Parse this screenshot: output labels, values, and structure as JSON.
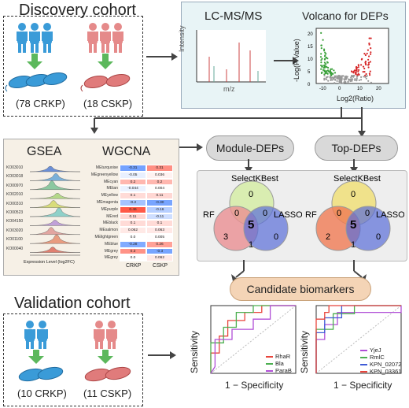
{
  "discovery": {
    "title": "Discovery cohort",
    "left_label": "(78 CRKP)",
    "right_label": "(18 CSKP)"
  },
  "proteomics": {
    "lcms_title": "LC-MS/MS",
    "intensity_label": "Intensity",
    "mz_label": "m/z",
    "volcano_title": "Volcano for DEPs",
    "volcano_ylabel": "-Log(P Value)",
    "volcano_xlabel": "Log2(Ratio)",
    "volcano_yticks": [
      "0",
      "5",
      "10",
      "15",
      "20"
    ],
    "volcano_xticks": [
      "-10",
      "0",
      "10",
      "20"
    ]
  },
  "gsea": {
    "title": "GSEA",
    "terms": [
      "KO03010",
      "KO03018",
      "KO00970",
      "KO02010",
      "KO00310",
      "KO00523",
      "KO04150",
      "KO03020",
      "KO01100",
      "KO00040"
    ],
    "xlabel": "Expression Level (log2FC)"
  },
  "wgcna": {
    "title": "WGCNA",
    "modules": [
      "MEturquoise",
      "MEgreenyellow",
      "MEcyan",
      "MEtan",
      "MEyellow",
      "MEmagenta",
      "MEpurple",
      "MEred",
      "MEblack",
      "MEsalmon",
      "MElightgreen",
      "MEblue",
      "MEgrey",
      "MEgrey"
    ],
    "crkp_values": [
      "-0.31",
      "-0.05",
      "0.2",
      "-0.044",
      "0.1",
      "-0.2",
      "0.46",
      "0.11",
      "0.1",
      "0.062",
      "0.0",
      "-0.28",
      "0.3",
      "0.0"
    ],
    "cskp_values": [
      "0.31",
      "0.036",
      "0.2",
      "0.004",
      "0.11",
      "-0.30",
      "-0.16",
      "-0.11",
      "0.1",
      "0.063",
      "0.005",
      "0.26",
      "-0.3",
      "0.062"
    ],
    "col_labels": [
      "CRKP",
      "CSKP"
    ]
  },
  "module_deps": {
    "label": "Module-DEPs",
    "selectkbest": "SelectKBest",
    "rf": "RF",
    "lasso": "LASSO",
    "n_top": "0",
    "n_rf_only": "3",
    "n_lasso_only": "0",
    "n_rf_sk": "0",
    "n_sk_lasso": "0",
    "n_center": "5",
    "n_rf_lasso": "1"
  },
  "top_deps": {
    "label": "Top-DEPs",
    "selectkbest": "SelectKBest",
    "rf": "RF",
    "lasso": "LASSO",
    "n_top": "0",
    "n_rf_only": "2",
    "n_lasso_only": "0",
    "n_rf_sk": "0",
    "n_sk_lasso": "0",
    "n_center": "5",
    "n_rf_lasso": "1"
  },
  "candidate": {
    "label": "Candidate biomarkers"
  },
  "validation": {
    "title": "Validation cohort",
    "left_label": "(10 CRKP)",
    "right_label": "(11 CSKP)"
  },
  "roc_left": {
    "ylabel": "Sensitivity",
    "xlabel": "1 − Specificity",
    "legend": [
      "RhaR",
      "Bla",
      "ParaB"
    ],
    "colors": [
      "#e8453c",
      "#4caf50",
      "#b04fd6"
    ]
  },
  "roc_right": {
    "ylabel": "Sensitivity",
    "xlabel": "1 − Specificity",
    "legend": [
      "YjeJ",
      "RmlC",
      "KPN_02072",
      "KPN_03361"
    ],
    "colors": [
      "#b04fd6",
      "#4caf50",
      "#3f5bd6",
      "#e8453c"
    ]
  },
  "colors": {
    "crkp_bacteria": "#3a9bd8",
    "cskp_bacteria": "#e07b7b",
    "people_blue": "#3a9bd8",
    "people_red": "#e58a8a",
    "arrow_green": "#5cb85c",
    "panel_bg": "#e8f4f6",
    "gsea_bg": "#f6f0e6",
    "candidate_bg": "#f4d4b6"
  }
}
